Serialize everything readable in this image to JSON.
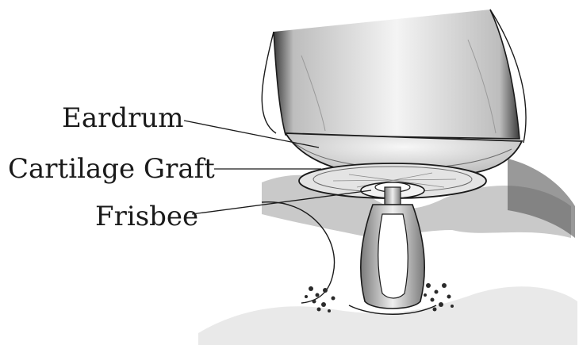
{
  "labels": {
    "eardrum": "Eardrum",
    "cartilage_graft": "Cartilage Graft",
    "frisbee": "Frisbee"
  },
  "colors": {
    "ink": "#1a1a1a",
    "shade": "#555555",
    "background": "#ffffff"
  }
}
